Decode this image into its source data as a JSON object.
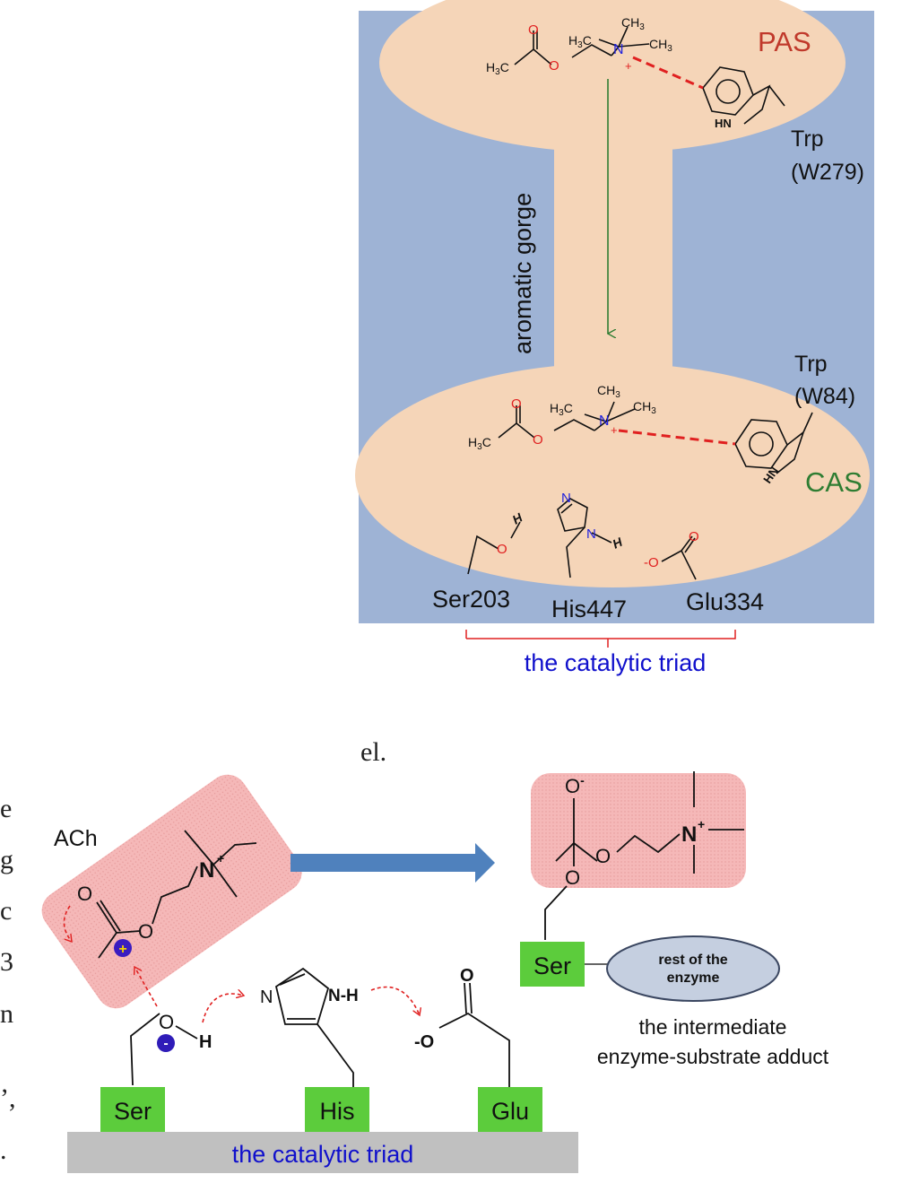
{
  "top_figure": {
    "pas_label": "PAS",
    "cas_label": "CAS",
    "gorge_label": "aromatic gorge",
    "trp_upper": {
      "name": "Trp",
      "id": "(W279)"
    },
    "trp_lower": {
      "name": "Trp",
      "id": "(W84)"
    },
    "residues": [
      "Ser203",
      "His447",
      "Glu334"
    ],
    "triad_caption": "the catalytic triad",
    "colors": {
      "cavity": "#f5d5b8",
      "background": "#9eb3d5",
      "pas": "#c0392b",
      "cas": "#2e7d32",
      "triad": "#1010cc",
      "nitrogen": "#2222dd",
      "bond_red": "#ff0000"
    }
  },
  "bottom_figure": {
    "ach_label": "ACh",
    "ser_label": "Ser",
    "his_label": "His",
    "glu_label": "Glu",
    "triad_caption": "the catalytic triad",
    "enzyme_rest": "rest of the enzyme",
    "adduct_caption_line1": "the intermediate",
    "adduct_caption_line2": "enzyme-substrate adduct",
    "nh_label": "N-H",
    "colors": {
      "residue_box": "#5ccc3c",
      "base_bar": "#c0c0c0",
      "substrate": "#f4b4b4",
      "arrow": "#4f81bd",
      "enzyme": "#c5cfe0"
    }
  },
  "body_fragments": {
    "truncated_word": "el.",
    "margin_chars": [
      "e",
      "g",
      "c",
      "3",
      "n",
      "’,",
      "."
    ]
  }
}
